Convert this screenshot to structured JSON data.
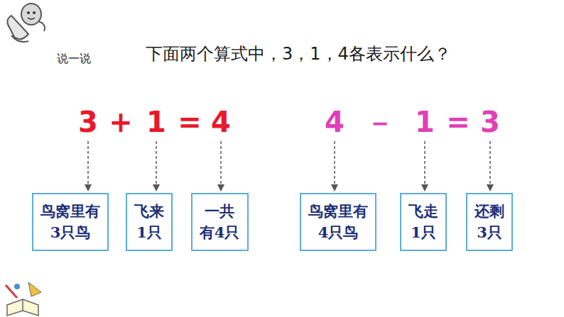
{
  "diagram": {
    "title": "下面两个算式中，3，1，4各表示什么？",
    "nodes": [
      {
        "text": [
          "鸟窝里有 3只鸟"
        ]
      },
      {
        "text": [
          "飞来 1只"
        ]
      },
      {
        "text": [
          "一共 有4只"
        ]
      },
      {
        "text": [
          "鸟窝里有 4只鸟"
        ]
      },
      {
        "text": [
          "飞走 1只"
        ]
      },
      {
        "text": [
          "还剩 3只"
        ]
      }
    ],
    "labels": [
      "说一说",
      "3",
      "+",
      "1",
      "=",
      "4",
      "4",
      "－",
      "1",
      "=",
      "3"
    ]
  }
}
